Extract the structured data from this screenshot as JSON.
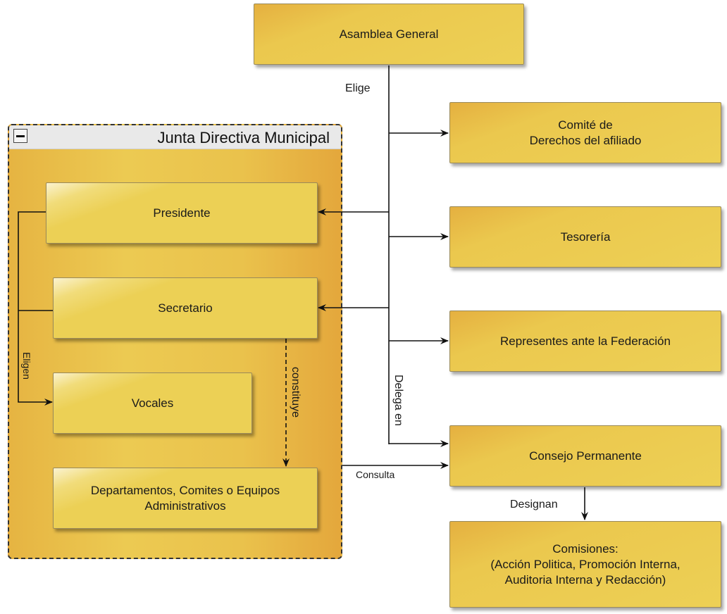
{
  "diagram": {
    "nodes": {
      "asamblea": "Asamblea General",
      "comite": "Comité de\nDerechos del afiliado",
      "tesoreria": "Tesorería",
      "representes": "Representes ante la Federación",
      "consejo": "Consejo Permanente",
      "comisiones": "Comisiones:\n(Acción Politica, Promoción Interna,\nAuditoria Interna y Redacción)",
      "presidente": "Presidente",
      "secretario": "Secretario",
      "vocales": "Vocales",
      "departamentos": "Departamentos, Comites o Equipos\nAdministrativos"
    },
    "group": {
      "title": "Junta Directiva Municipal",
      "collapse_icon": "minus-icon"
    },
    "edge_labels": {
      "elige": "Elige",
      "delega_en": "Delega en",
      "consulta": "Consulta",
      "designan": "Designan",
      "eligen": "Eligen",
      "constituye": "constituye"
    },
    "colors": {
      "node_fill": "#ecd055",
      "node_fill_dark": "#e5b040",
      "group_fill": "#e9bf4a",
      "group_header": "#e9e9e9",
      "line": "#111111"
    }
  }
}
